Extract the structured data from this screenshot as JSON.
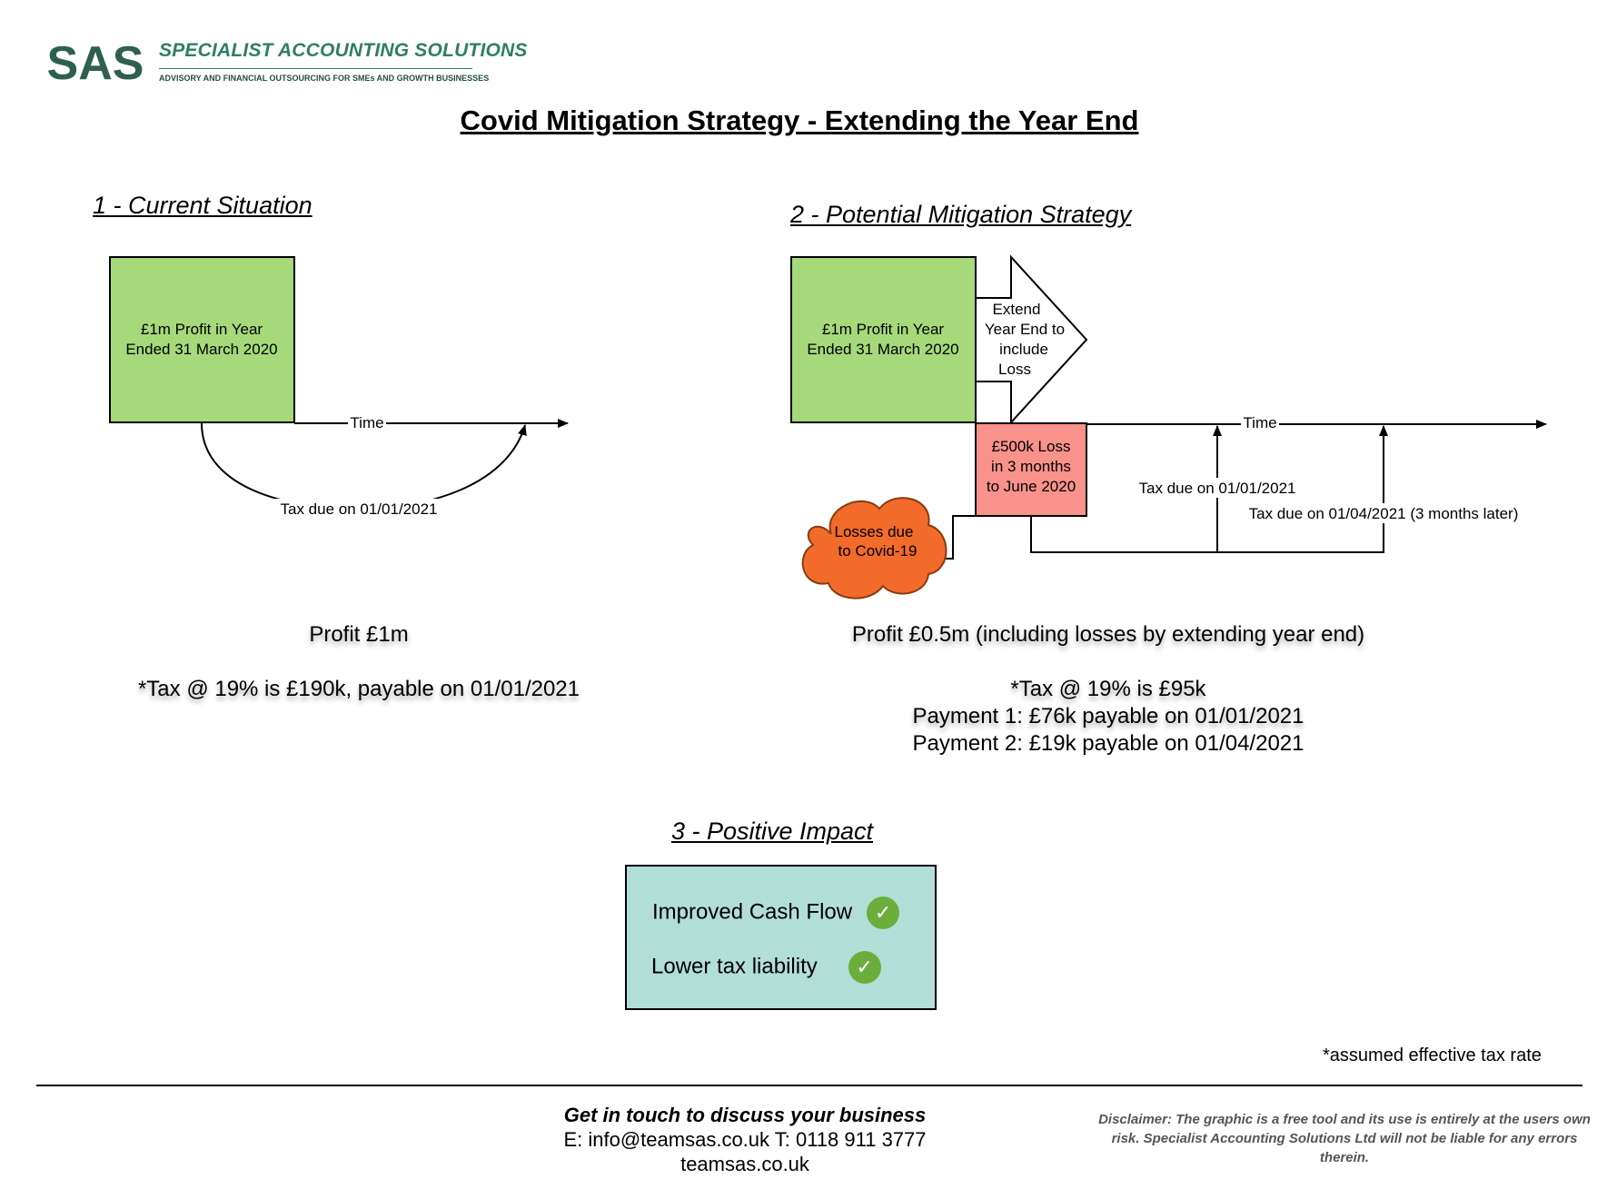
{
  "header": {
    "logo_text": "SAS",
    "brand_name": "SPECIALIST ACCOUNTING SOLUTIONS",
    "brand_tagline": "ADVISORY AND FINANCIAL OUTSOURCING FOR SMEs AND GROWTH BUSINESSES",
    "title": "Covid Mitigation Strategy - Extending the Year End"
  },
  "section1": {
    "title": "1 - Current Situation",
    "profit_box_line1": "£1m Profit in Year",
    "profit_box_line2": "Ended 31 March 2020",
    "axis_label": "Time",
    "tax_due_label": "Tax due on 01/01/2021",
    "profit_summary": "Profit £1m",
    "tax_summary": "*Tax @ 19% is £190k, payable on 01/01/2021"
  },
  "section2": {
    "title": "2  - Potential Mitigation Strategy",
    "profit_box_line1": "£1m Profit in Year",
    "profit_box_line2": "Ended 31 March 2020",
    "arrow_line1": "Extend",
    "arrow_line2": "Year End to",
    "arrow_line3": "include",
    "arrow_line4": "Loss",
    "loss_box_line1": "£500k Loss",
    "loss_box_line2": "in 3 months",
    "loss_box_line3": "to June 2020",
    "cloud_line1": "Losses due",
    "cloud_line2": "to Covid-19",
    "axis_label": "Time",
    "tax_due_1": "Tax due on 01/01/2021",
    "tax_due_2": "Tax due on 01/04/2021 (3 months later)",
    "profit_summary": "Profit £0.5m (including losses by extending year end)",
    "tax_summary": "*Tax @ 19% is £95k",
    "payment_1": "Payment 1: £76k payable on 01/01/2021",
    "payment_2": "Payment 2: £19k payable on 01/04/2021"
  },
  "section3": {
    "title": "3 - Positive Impact",
    "items": [
      {
        "label": "Improved Cash Flow"
      },
      {
        "label": "Lower tax liability"
      }
    ]
  },
  "footnote": "*assumed effective tax rate",
  "footer": {
    "heading": "Get in touch to discuss your business",
    "contact_line": "E: info@teamsas.co.uk  T: 0118 911 3777",
    "website": "teamsas.co.uk",
    "disclaimer": "Disclaimer: The graphic is a free tool and its use is entirely at the users own risk. Specialist Accounting Solutions Ltd will not be liable for any errors therein."
  },
  "colors": {
    "profit_box": "#a5d97a",
    "loss_box": "#f8928a",
    "cloud": "#f26b2a",
    "impact_box": "#b2ded8",
    "check": "#6bae3c",
    "brand": "#2f7f5f"
  },
  "icons": {
    "check": "check-circle-icon",
    "cloud": "cloud-shape"
  }
}
